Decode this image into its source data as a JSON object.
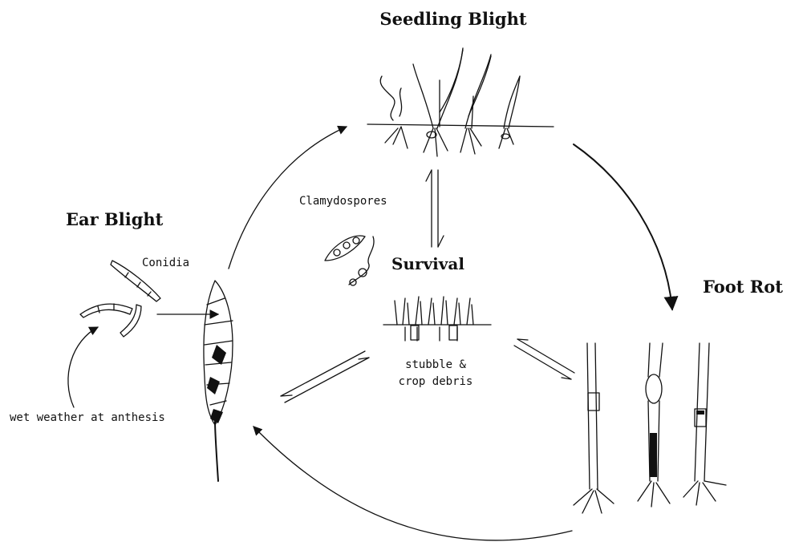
{
  "stages": {
    "seedling_blight": "Seedling Blight",
    "ear_blight": "Ear Blight",
    "foot_rot": "Foot Rot",
    "survival": "Survival"
  },
  "annotations": {
    "clamydospores": "Clamydospores",
    "conidia": "Conidia",
    "wet_weather": "wet weather at anthesis",
    "stubble_line1": "stubble &",
    "stubble_line2": "crop debris"
  },
  "colors": {
    "ink": "#111111",
    "background": "#ffffff"
  }
}
